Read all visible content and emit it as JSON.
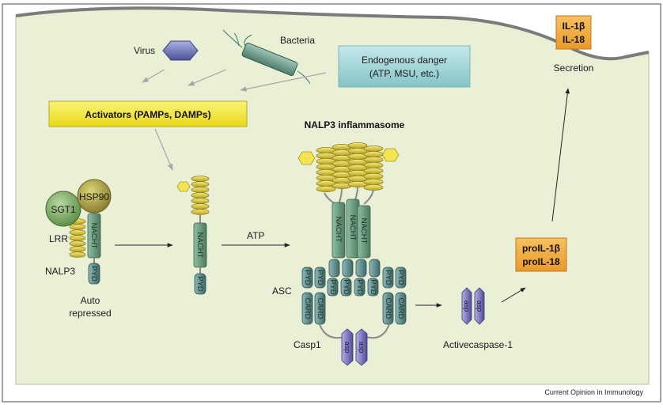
{
  "labels": {
    "virus": "Virus",
    "bacteria": "Bacteria",
    "endogenous_line1": "Endogenous danger",
    "endogenous_line2": "(ATP, MSU, etc.)",
    "activators": "Activators (PAMPs, DAMPs)",
    "nalp3_inflammasome": "NALP3 inflammasome",
    "sgt1": "SGT1",
    "hsp90": "HSP90",
    "lrr": "LRR",
    "nalp3": "NALP3",
    "auto_line1": "Auto",
    "auto_line2": "repressed",
    "atp": "ATP",
    "asc": "ASC",
    "casp1": "Casp1",
    "active_caspase": "Activecaspase-1",
    "secretion": "Secretion",
    "il1b": "IL-1β",
    "il18": "IL-18",
    "proil1b": "proIL-1β",
    "proil18": "proIL-18",
    "footer": "Current Opinion in Immunology"
  },
  "domains": {
    "nacht": "NACHT",
    "pyd": "PYD",
    "card": "CARD",
    "asp": "asp"
  },
  "colors": {
    "cell_fill": "#e9f0d6",
    "membrane": "#7b7b7b",
    "lrr_yellow": "#e8d84a",
    "domain_green": "#6f9a82",
    "pyd_teal": "#5e8a8a",
    "asp_purple": "#7b76b8",
    "activator_box": "#f6e93a",
    "endogenous_box": "#9fd3d6",
    "cytokine_box": "#f1a83a",
    "sgt1_green": "#79a15c",
    "hsp90_olive": "#a79b3c"
  }
}
